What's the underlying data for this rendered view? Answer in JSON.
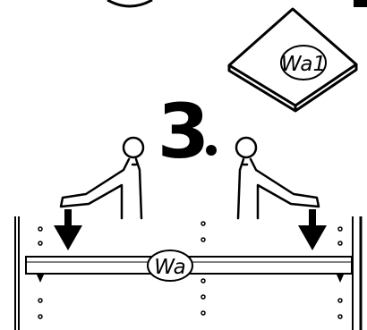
{
  "step": {
    "number": "3",
    "dot": "."
  },
  "parts": {
    "panel_label": "Wa1",
    "shelf_label": "Wa"
  },
  "colors": {
    "ink": "#000000",
    "paper": "#ffffff"
  },
  "icons": {
    "down_arrow": "down-arrow-icon",
    "person": "person-icon"
  }
}
